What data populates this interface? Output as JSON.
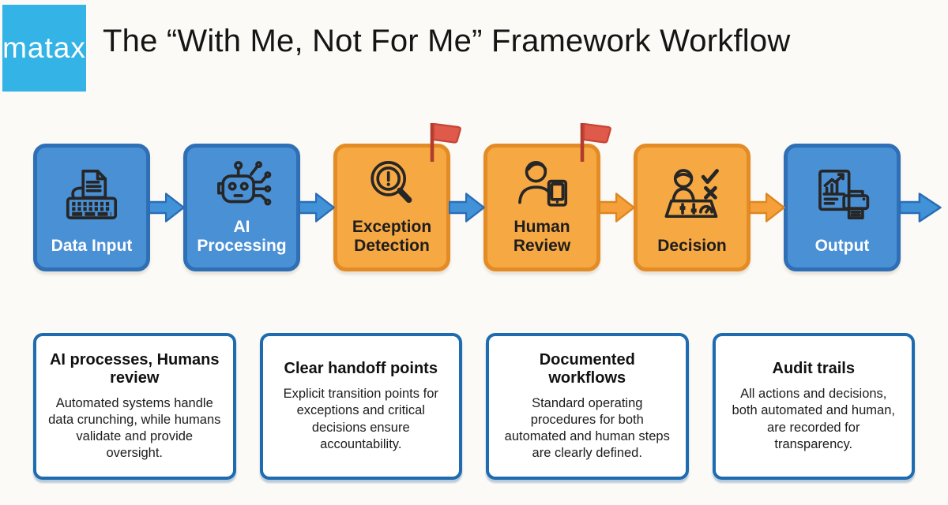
{
  "header": {
    "logo_text": "matax",
    "title": "The “With Me, Not For Me” Framework Workflow"
  },
  "flow": {
    "steps": [
      {
        "label": "Data Input",
        "color": "blue",
        "icon": "keyboard-document-icon",
        "flag": false
      },
      {
        "label": "AI Processing",
        "color": "blue",
        "icon": "robot-icon",
        "flag": false
      },
      {
        "label": "Exception Detection",
        "color": "orange",
        "icon": "magnifier-alert-icon",
        "flag": true
      },
      {
        "label": "Human Review",
        "color": "orange",
        "icon": "person-tablet-icon",
        "flag": true
      },
      {
        "label": "Decision",
        "color": "orange",
        "icon": "person-controls-icon",
        "flag": false
      },
      {
        "label": "Output",
        "color": "blue",
        "icon": "chart-printer-icon",
        "flag": false
      }
    ],
    "arrows": [
      "blue",
      "blue",
      "blue",
      "orange",
      "orange",
      "blue"
    ]
  },
  "cards": [
    {
      "title": "AI processes, Humans review",
      "body": "Automated systems handle data crunching, while humans validate and provide oversight."
    },
    {
      "title": "Clear handoff points",
      "body": "Explicit transition points for exceptions and critical decisions ensure accountability."
    },
    {
      "title": "Documented workflows",
      "body": "Standard operating procedures for both automated and human steps are clearly defined."
    },
    {
      "title": "Audit trails",
      "body": "All actions and decisions, both automated and human, are recorded for transparency."
    }
  ],
  "colors": {
    "background": "#fbfaf6",
    "logo_cyan": "#33b3e6",
    "blue_fill": "#4a90d5",
    "blue_border": "#2e6fb5",
    "orange_fill": "#f6a843",
    "orange_border": "#e38c26",
    "arrow_blue_fill": "#4292d8",
    "arrow_blue_border": "#2a6db6",
    "arrow_orange_fill": "#f5a03a",
    "arrow_orange_border": "#dd8620",
    "flag_red": "#e05a4b",
    "flag_red_border": "#c64434",
    "flag_pole": "#b23b2e",
    "card_border": "#1e6bb0"
  }
}
